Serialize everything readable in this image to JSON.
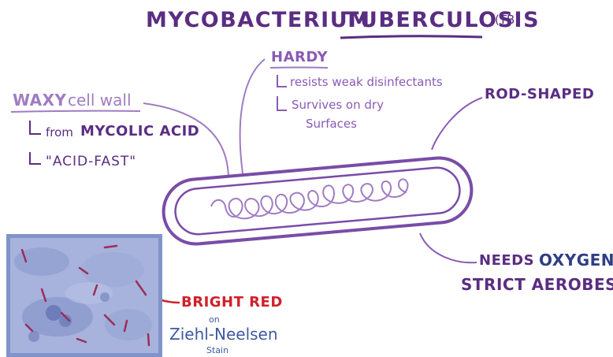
{
  "title": {
    "main": "MYCOBACTERIUM",
    "highlight": "TUBERCULOSIS",
    "abbr": "(TB)"
  },
  "waxy": {
    "heading_bold": "WAXY",
    "heading_rest": "cell wall",
    "line1_prefix": "from",
    "line1_bold": "MYCOLIC ACID",
    "line2": "\"ACID-FAST\""
  },
  "hardy": {
    "heading": "HARDY",
    "line1": "resists weak disinfectants",
    "line2": "Survives on dry",
    "line3": "Surfaces"
  },
  "shape": {
    "label": "ROD-SHAPED"
  },
  "oxygen": {
    "needs": "NEEDS",
    "oxygen": "OXYGEN",
    "strict": "STRICT AEROBES"
  },
  "stain": {
    "bright_red": "BRIGHT RED",
    "on": "on",
    "method": "Ziehl-Neelsen",
    "stain": "Stain"
  },
  "colors": {
    "dark_purple": "#5a2d82",
    "mid_purple": "#8a5bb4",
    "light_purple": "#a07cc3",
    "red": "#d0202a",
    "blue": "#3e5a9e",
    "photo_border": "#8193c9"
  }
}
